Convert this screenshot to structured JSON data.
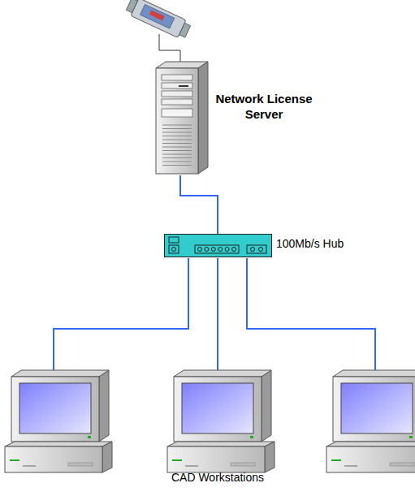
{
  "diagram": {
    "nodes": [
      {
        "text": [
          "Network License Server"
        ]
      },
      {
        "text": [
          "100Mb/s Hub"
        ]
      }
    ],
    "edges": [
      {
        "from": 0,
        "to": 1,
        "arrow": "none"
      }
    ],
    "labels": [
      "CAD Workstations"
    ]
  }
}
